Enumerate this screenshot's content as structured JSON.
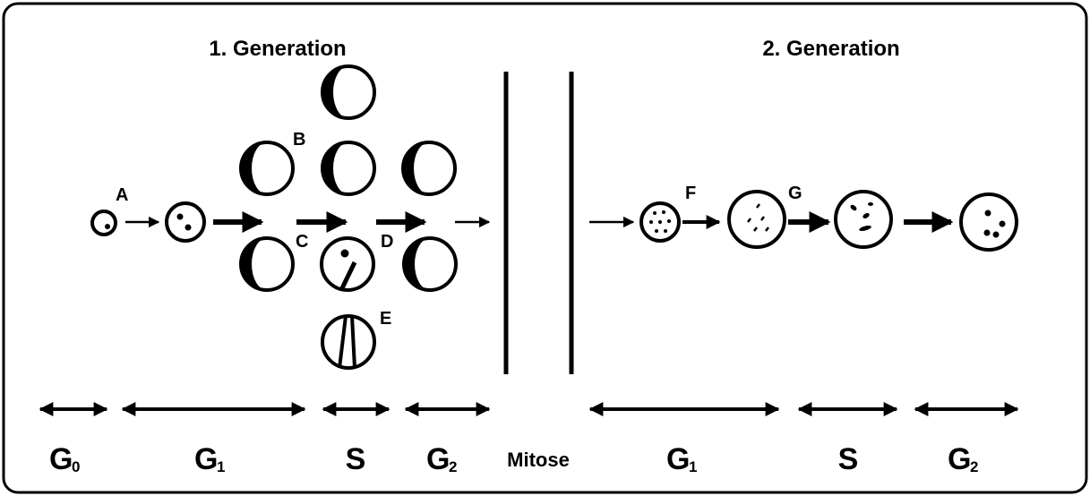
{
  "titles": {
    "gen1": "1. Generation",
    "gen2": "2. Generation"
  },
  "cell_labels": {
    "a": "A",
    "b": "B",
    "c": "C",
    "d": "D",
    "e": "E",
    "f": "F",
    "g": "G"
  },
  "phases": {
    "g0_main": "G",
    "g0_sub": "0",
    "g1_main": "G",
    "g1_sub": "1",
    "s": "S",
    "g2_main": "G",
    "g2_sub": "2",
    "mitose": "Mitose",
    "g1b_main": "G",
    "g1b_sub": "1",
    "s2": "S",
    "g2b_main": "G",
    "g2b_sub": "2"
  },
  "colors": {
    "ink": "#000000",
    "paper": "#ffffff"
  }
}
